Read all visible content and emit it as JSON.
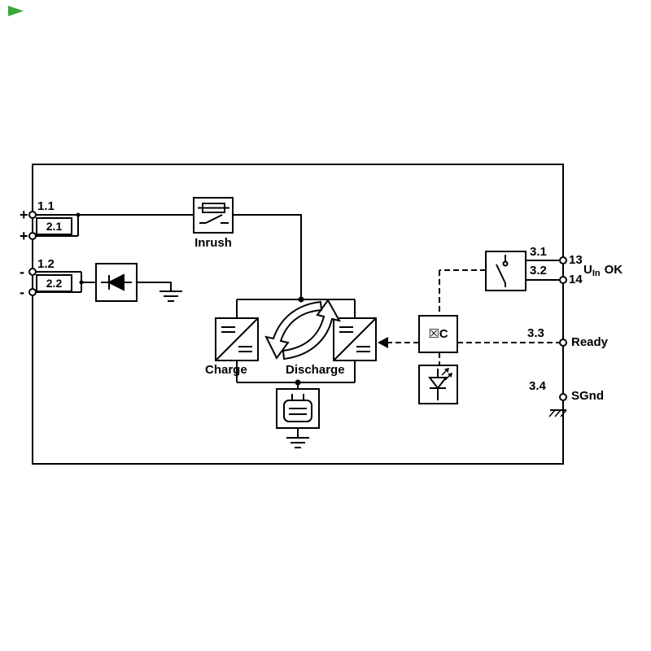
{
  "colors": {
    "background": "#ffffff",
    "line": "#000000",
    "brand_green": "#3aaa35"
  },
  "left_terminals": {
    "t11": "1.1",
    "t21": "2.1",
    "t12": "1.2",
    "t22": "2.2",
    "plus_a": "+",
    "plus_b": "+",
    "minus_a": "-",
    "minus_b": "-"
  },
  "blocks": {
    "inrush": "Inrush",
    "charge": "Charge",
    "discharge": "Discharge",
    "mcu": "☒C"
  },
  "right_terminals": {
    "t31": "3.1",
    "pin13": "13",
    "t32": "3.2",
    "pin14": "14",
    "uin_base": "U",
    "uin_sub": "In",
    "uin_rest": "OK",
    "t33": "3.3",
    "ready": "Ready",
    "t34": "3.4",
    "sgnd": "SGnd"
  }
}
